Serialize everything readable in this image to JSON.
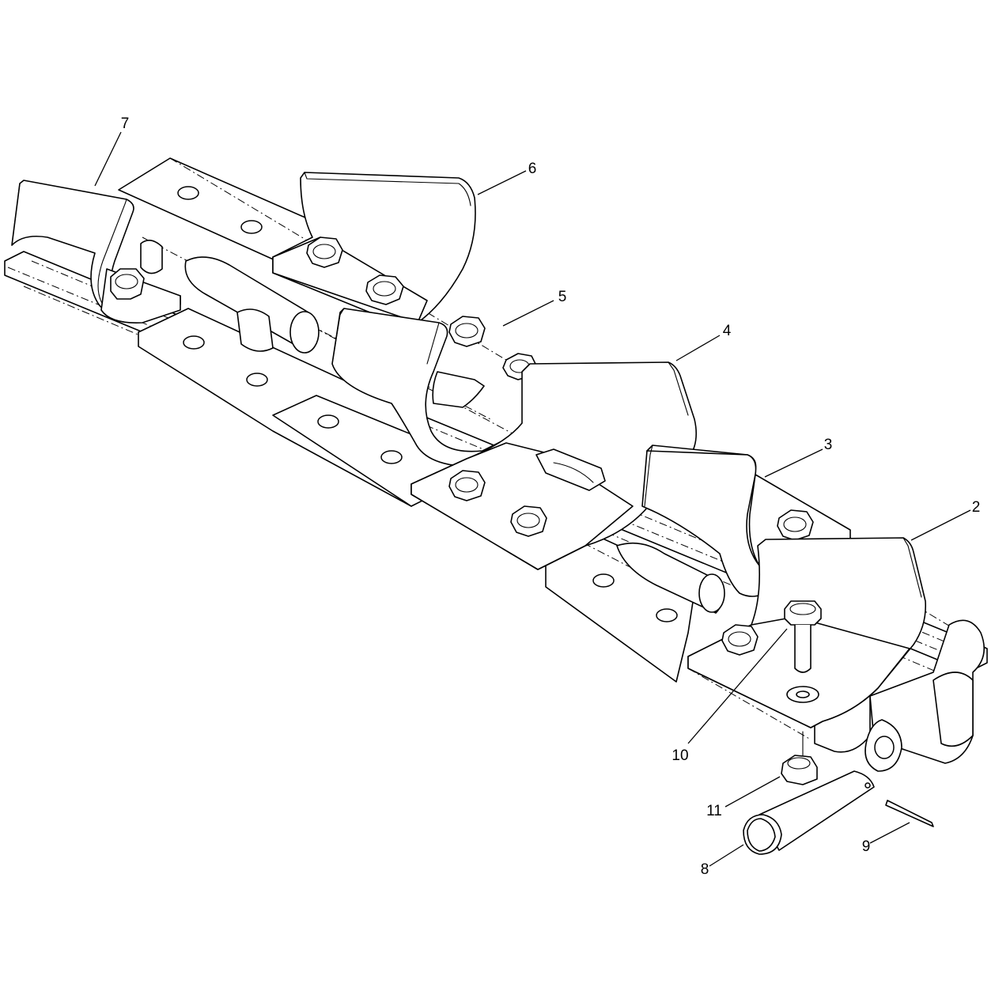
{
  "diagram": {
    "callouts": [
      {
        "id": "c7",
        "label": "7"
      },
      {
        "id": "c6",
        "label": "6"
      },
      {
        "id": "c5",
        "label": "5"
      },
      {
        "id": "c4",
        "label": "4"
      },
      {
        "id": "c3",
        "label": "3"
      },
      {
        "id": "c2",
        "label": "2"
      },
      {
        "id": "c10",
        "label": "10"
      },
      {
        "id": "c11",
        "label": "11"
      },
      {
        "id": "c9",
        "label": "9"
      },
      {
        "id": "c8",
        "label": "8"
      }
    ]
  }
}
